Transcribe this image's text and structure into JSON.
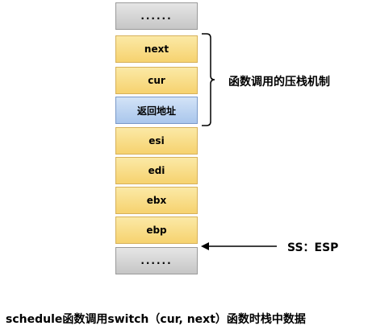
{
  "stack": {
    "top_ellipsis": "......",
    "frames": [
      {
        "label": "next",
        "kind": "yellow"
      },
      {
        "label": "cur",
        "kind": "yellow"
      },
      {
        "label": "返回地址",
        "kind": "blue"
      },
      {
        "label": "esi",
        "kind": "yellow"
      },
      {
        "label": "edi",
        "kind": "yellow"
      },
      {
        "label": "ebx",
        "kind": "yellow"
      },
      {
        "label": "ebp",
        "kind": "yellow"
      }
    ],
    "bottom_ellipsis": "......"
  },
  "annotations": {
    "brace_label": "函数调用的压栈机制",
    "pointer_label": "SS：ESP"
  },
  "caption": "schedule函数调用switch（cur, next）函数时栈中数据"
}
